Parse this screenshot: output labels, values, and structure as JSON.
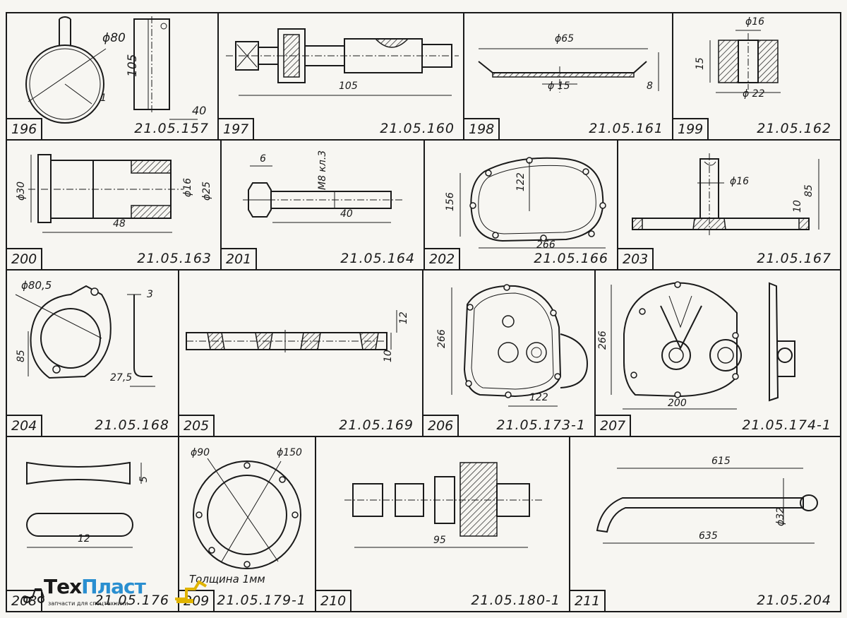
{
  "cells": [
    {
      "num": "196",
      "code": "21.05.157",
      "dims": [
        "ϕ80",
        "105",
        "1",
        "40"
      ]
    },
    {
      "num": "197",
      "code": "21.05.160",
      "dims": [
        "105"
      ]
    },
    {
      "num": "198",
      "code": "21.05.161",
      "dims": [
        "ϕ65",
        "ϕ 15",
        "8"
      ]
    },
    {
      "num": "199",
      "code": "21.05.162",
      "dims": [
        "ϕ16",
        "15",
        "ϕ 22"
      ]
    },
    {
      "num": "200",
      "code": "21.05.163",
      "dims": [
        "ϕ30",
        "48",
        "ϕ16",
        "ϕ25"
      ]
    },
    {
      "num": "201",
      "code": "21.05.164",
      "dims": [
        "6",
        "M8 кл.3",
        "40"
      ]
    },
    {
      "num": "202",
      "code": "21.05.166",
      "dims": [
        "156",
        "122",
        "266"
      ]
    },
    {
      "num": "203",
      "code": "21.05.167",
      "dims": [
        "ϕ16",
        "85",
        "10"
      ]
    },
    {
      "num": "204",
      "code": "21.05.168",
      "dims": [
        "ϕ80,5",
        "3",
        "85",
        "27,5"
      ]
    },
    {
      "num": "205",
      "code": "21.05.169",
      "dims": [
        "12",
        "10"
      ]
    },
    {
      "num": "206",
      "code": "21.05.173-1",
      "dims": [
        "266",
        "122"
      ]
    },
    {
      "num": "207",
      "code": "21.05.174-1",
      "dims": [
        "266",
        "200"
      ]
    },
    {
      "num": "208",
      "code": "21.05.176",
      "dims": [
        "5",
        "12"
      ]
    },
    {
      "num": "209",
      "code": "21.05.179-1",
      "dims": [
        "ϕ90",
        "ϕ150"
      ],
      "note": "Толщина 1мм"
    },
    {
      "num": "210",
      "code": "21.05.180-1",
      "dims": [
        "95"
      ]
    },
    {
      "num": "211",
      "code": "21.05.204",
      "dims": [
        "615",
        "ϕ32",
        "635"
      ]
    }
  ],
  "watermark": {
    "brand_a": "Тех",
    "brand_b": "Пласт",
    "tagline": "запчасти для спецтехники"
  }
}
